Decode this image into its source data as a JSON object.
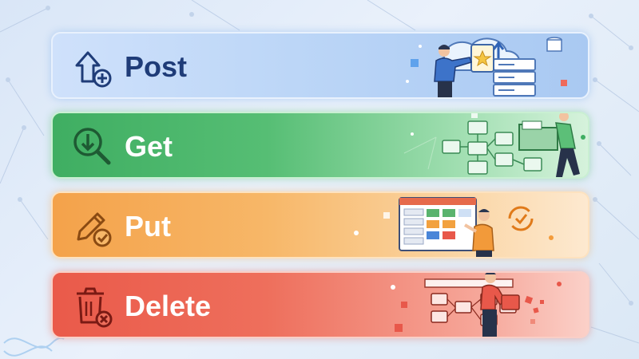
{
  "methods": [
    {
      "label": "Post",
      "icon": "upload-add-icon"
    },
    {
      "label": "Get",
      "icon": "download-search-icon"
    },
    {
      "label": "Put",
      "icon": "pencil-check-icon"
    },
    {
      "label": "Delete",
      "icon": "trash-remove-icon"
    }
  ],
  "colors": {
    "post_text": "#1f3c78",
    "get_accent": "#3fae62",
    "put_accent": "#f4a24a",
    "delete_accent": "#ea5a4a"
  }
}
